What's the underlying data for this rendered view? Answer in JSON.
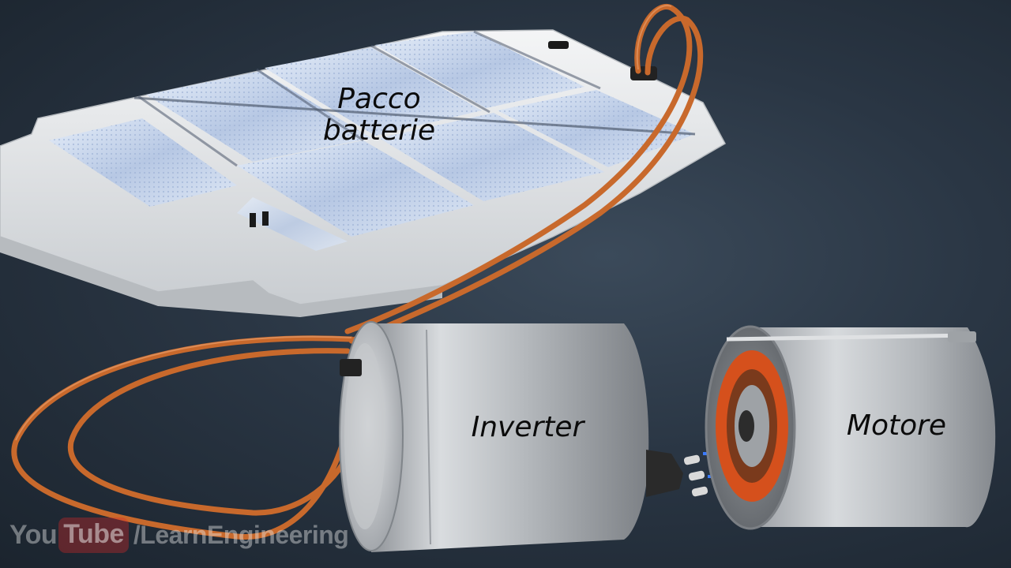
{
  "labels": {
    "battery_line1": "Pacco",
    "battery_line2": "batterie",
    "inverter": "Inverter",
    "motor": "Motore"
  },
  "watermark": {
    "you": "You",
    "tube": "Tube",
    "channel": "/LearnEngineering"
  },
  "colors": {
    "background": "#2a3644",
    "cable": "#c8692c",
    "battery_tray": "#e6e8ea",
    "battery_cells": "#c9d6ea",
    "cylinder_metal": "#a9adb2",
    "stator": "#d5501c",
    "arrow": "#3a7bff"
  }
}
